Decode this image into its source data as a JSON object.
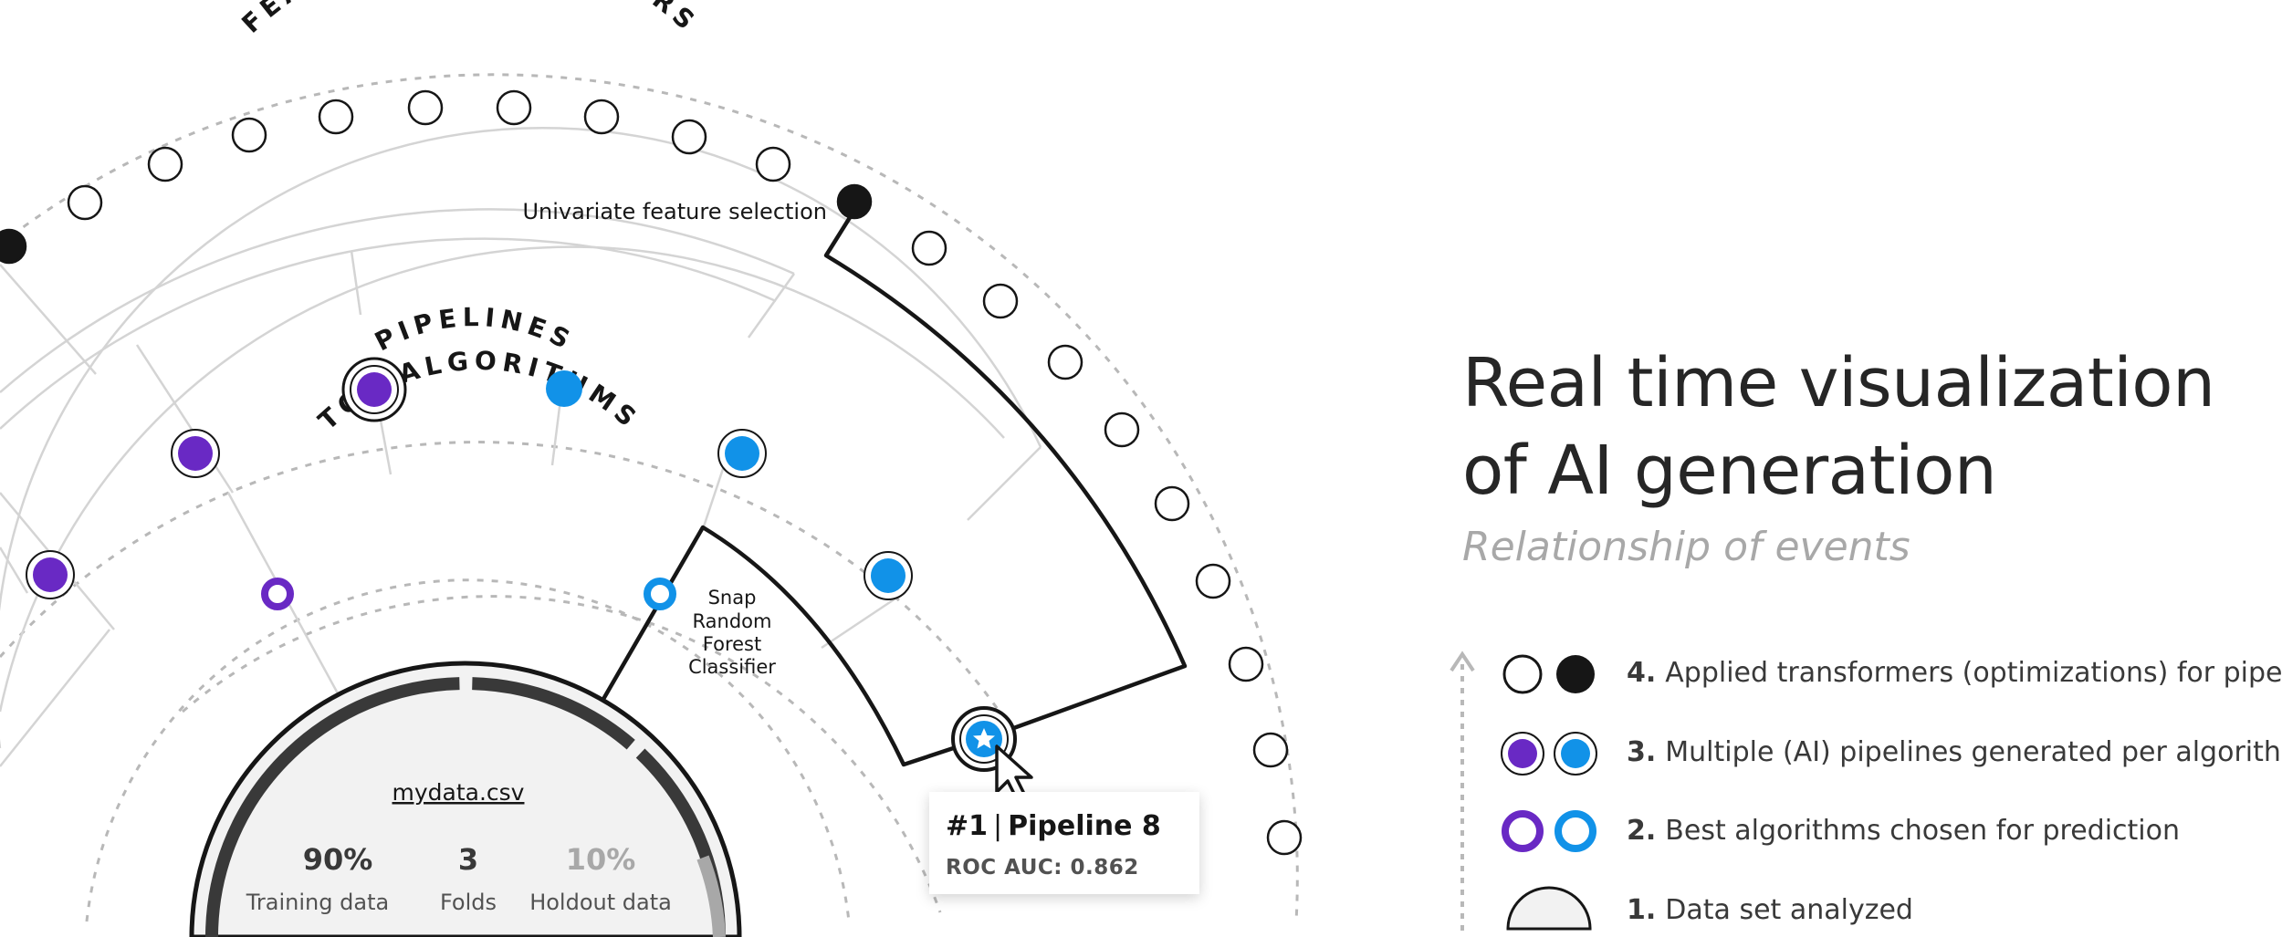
{
  "rings": {
    "feature_transformers": "FEATURE TRANSFORMERS",
    "pipelines": "PIPELINES",
    "top_algorithms": "TOP ALGORITHMS"
  },
  "annotations": {
    "univariate": "Univariate feature selection",
    "algorithm_name": [
      "Snap",
      "Random",
      "Forest",
      "Classifier"
    ]
  },
  "dataset": {
    "filename": "mydata.csv",
    "stats": [
      {
        "value": "90%",
        "label": "Training data"
      },
      {
        "value": "3",
        "label": "Folds"
      },
      {
        "value": "10%",
        "label": "Holdout data"
      }
    ]
  },
  "tooltip": {
    "rank": "#1",
    "separator": "|",
    "pipeline": "Pipeline 8",
    "metric": "ROC AUC: 0.862"
  },
  "heading": {
    "line1": "Real time visualization",
    "line2": "of AI generation",
    "subtitle": "Relationship of events"
  },
  "legend": [
    {
      "num": "4.",
      "text": "Applied transformers (optimizations) for pipelines"
    },
    {
      "num": "3.",
      "text": "Multiple (AI) pipelines generated per algorithm"
    },
    {
      "num": "2.",
      "text": "Best algorithms chosen for prediction"
    },
    {
      "num": "1.",
      "text": "Data set analyzed"
    }
  ],
  "colors": {
    "purple": "#6929c4",
    "blue": "#1192e8",
    "black": "#161616",
    "gray_line": "#d0d0d0",
    "dotted": "#b8b8b8",
    "dataset_fill": "#f2f2f2"
  }
}
